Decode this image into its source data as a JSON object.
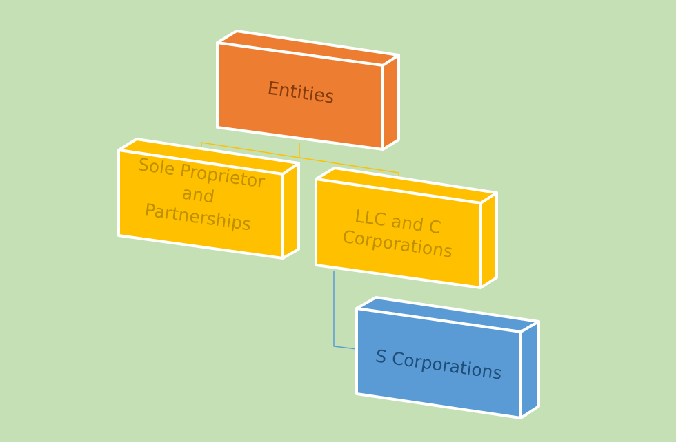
{
  "diagram": {
    "type": "org-chart",
    "background": "#c5e0b4",
    "nodes": [
      {
        "id": "entities",
        "label_lines": [
          "Entities"
        ],
        "fill": "#ed7d31",
        "text_color": "#843c0c",
        "level": 0
      },
      {
        "id": "sole",
        "label_lines": [
          "Sole Proprietor",
          "and",
          "Partnerships"
        ],
        "fill": "#ffc000",
        "text_color": "#bf9000",
        "level": 1,
        "parent": "entities"
      },
      {
        "id": "llc",
        "label_lines": [
          "LLC and C",
          "Corporations"
        ],
        "fill": "#ffc000",
        "text_color": "#bf9000",
        "level": 1,
        "parent": "entities"
      },
      {
        "id": "scorp",
        "label_lines": [
          "S Corporations"
        ],
        "fill": "#5b9bd5",
        "text_color": "#1f4e79",
        "level": 2,
        "parent": "llc"
      }
    ],
    "edges": [
      {
        "from": "entities",
        "to": "sole",
        "color": "#ffc000"
      },
      {
        "from": "entities",
        "to": "llc",
        "color": "#ffc000"
      },
      {
        "from": "llc",
        "to": "scorp",
        "color": "#5b9bd5"
      }
    ]
  }
}
